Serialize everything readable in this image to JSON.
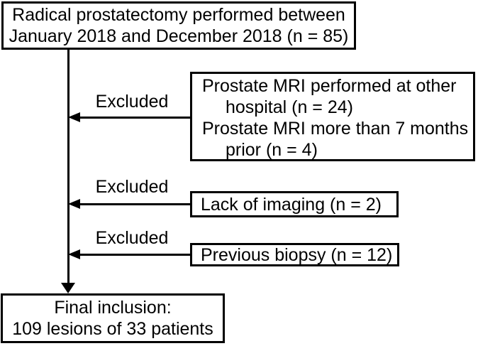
{
  "figure": {
    "type": "patient-flow-diagram",
    "colors": {
      "background": "#ffffff",
      "box_border": "#000000",
      "text": "#000000",
      "arrow": "#000000"
    },
    "enrollment": {
      "line1": "Radical prostatectomy performed between",
      "line2": "January 2018 and December 2018 (n = 85)",
      "n": 85
    },
    "exclusions": [
      {
        "label": "Excluded",
        "items": [
          {
            "line1": "Prostate MRI performed at other",
            "line2": "hospital (n = 24)",
            "n": 24
          },
          {
            "line1": "Prostate MRI more than 7 months",
            "line2": "prior (n = 4)",
            "n": 4
          }
        ]
      },
      {
        "label": "Excluded",
        "items": [
          {
            "line1": "Lack of imaging (n = 2)",
            "line2": "",
            "n": 2
          }
        ]
      },
      {
        "label": "Excluded",
        "items": [
          {
            "line1": "Previous biopsy (n = 12)",
            "line2": "",
            "n": 12
          }
        ]
      }
    ],
    "final": {
      "line1": "Final inclusion:",
      "line2": "109 lesions of 33 patients",
      "lesions": 109,
      "patients": 33
    }
  }
}
